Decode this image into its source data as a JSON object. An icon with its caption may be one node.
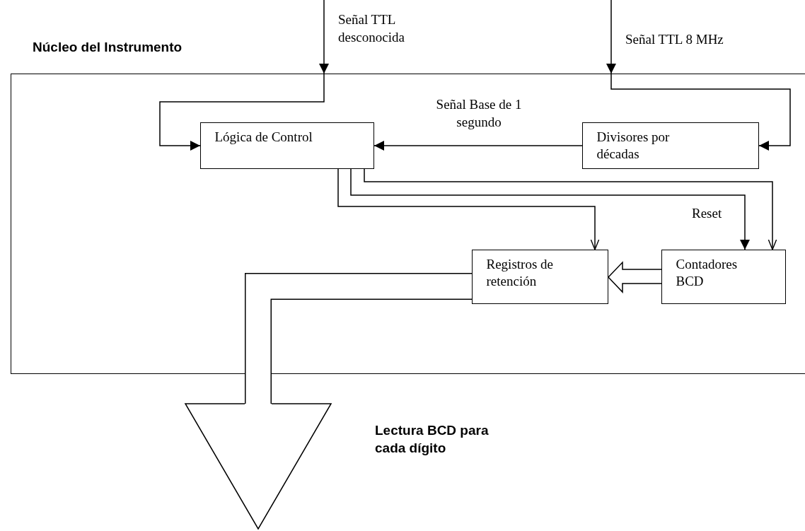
{
  "diagram": {
    "nodes": [
      {
        "text": [
          "Núcleo del Instrumento"
        ]
      },
      {
        "text": [
          "Lógica de Control"
        ],
        "in": 0
      },
      {
        "text": [
          "Divisores por décadas"
        ],
        "in": 0
      },
      {
        "text": [
          "Registros de retención"
        ],
        "in": 0
      },
      {
        "text": [
          "Contadores BCD"
        ],
        "in": 0
      }
    ],
    "edges": [
      {
        "from": null,
        "to": 0,
        "arrow": "to",
        "label": "Señal TTL desconocida"
      },
      {
        "from": 0,
        "to": 1,
        "arrow": "to"
      },
      {
        "from": null,
        "to": 0,
        "arrow": "to",
        "label": "Señal TTL 8 MHz"
      },
      {
        "from": 0,
        "to": 2,
        "arrow": "to"
      },
      {
        "from": 2,
        "to": 1,
        "arrow": "to",
        "label": "Señal Base de 1 segundo"
      },
      {
        "from": 1,
        "to": 3,
        "arrow": "to"
      },
      {
        "from": 1,
        "to": 4,
        "arrow": "to",
        "label": "Reset"
      },
      {
        "from": 1,
        "to": 4,
        "arrow": "to"
      },
      {
        "from": 4,
        "to": 3,
        "arrow": "to",
        "style": "thick"
      },
      {
        "from": 3,
        "to": null,
        "arrow": "to",
        "style": "thick"
      }
    ],
    "labels": [
      "Lectura BCD para cada dígito"
    ]
  }
}
